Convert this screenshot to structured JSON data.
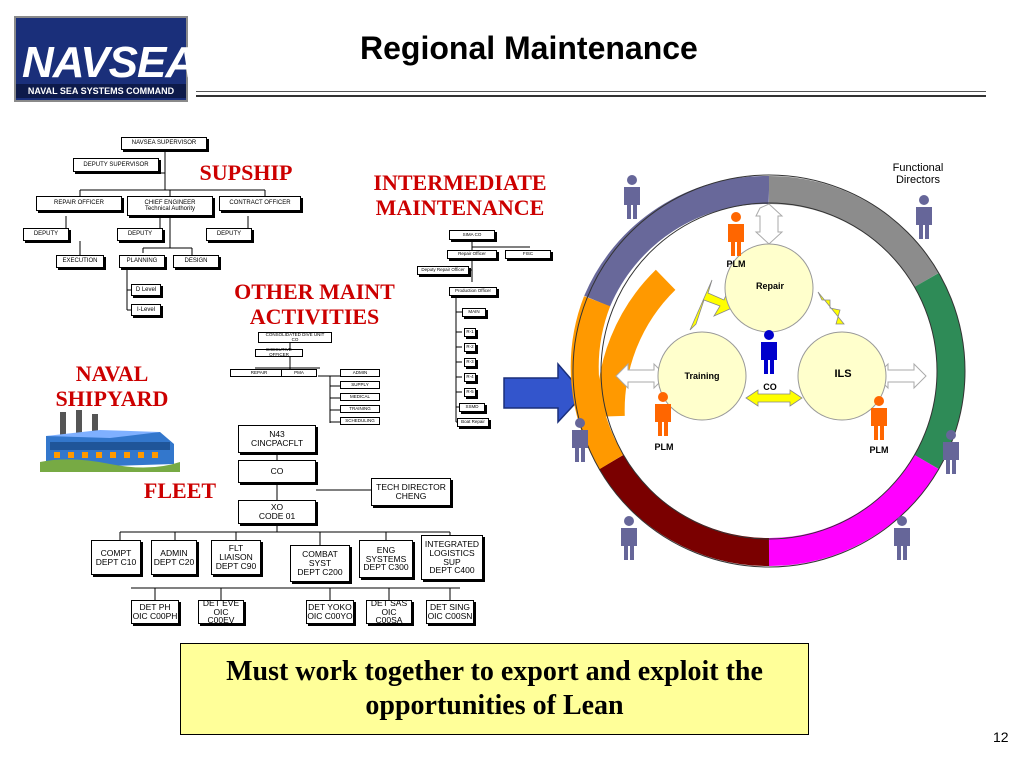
{
  "title": "Regional Maintenance",
  "logo": {
    "text": "NAVSEA",
    "subtitle": "NAVAL SEA SYSTEMS COMMAND"
  },
  "page_number": "12",
  "banner": "Must work together to export and exploit the opportunities of Lean",
  "section_labels": {
    "supship": "SUPSHIP",
    "intermediate": "INTERMEDIATE\nMAINTENANCE",
    "other": "OTHER MAINT\nACTIVITIES",
    "shipyard": "NAVAL\nSHIPYARD",
    "fleet": "FLEET"
  },
  "supship_chart": {
    "top": "NAVSEA SUPERVISOR",
    "deputy_supervisor": "DEPUTY SUPERVISOR",
    "repair_officer": "REPAIR OFFICER",
    "chief_engineer": "CHIEF ENGINEER\nTechnical Authority",
    "contract_officer": "CONTRACT OFFICER",
    "deputy1": "DEPUTY",
    "deputy2": "DEPUTY",
    "deputy3": "DEPUTY",
    "execution": "EXECUTION",
    "planning": "PLANNING",
    "design": "DESIGN",
    "d_level": "D Level",
    "i_level": "I-Level"
  },
  "intermediate_chart": {
    "sima_co": "SIMA CO",
    "repair_officer": "Repair Officer",
    "fisc": "FISC",
    "deputy_repair": "Deputy Repair Officer",
    "production": "Production Officer",
    "main": "MAIN",
    "r1": "R-1",
    "r2": "R-2",
    "r3": "R-3",
    "r4": "R-4",
    "r5": "R-5",
    "ssmd": "SSMD",
    "boat_repair": "Boat Repair"
  },
  "other_chart": {
    "top": "CONSOLIDATED DIVE UNIT\nCO",
    "exec": "EXECUTIVE OFFICER",
    "repair": "REPAIR",
    "pma": "PMA",
    "admin": "ADMIN",
    "supply": "SUPPLY",
    "medical": "MEDICAL",
    "training": "TRAINING",
    "scheduling": "SCHEDULING"
  },
  "fleet_chart": {
    "n43": "N43\nCINCPACFLT",
    "co": "CO",
    "xo": "XO\nCODE 01",
    "tech_director": "TECH DIRECTOR\nCHENG",
    "depts": [
      "COMPT\nDEPT C10",
      "ADMIN\nDEPT C20",
      "FLT LIAISON\nDEPT C90",
      "COMBAT SYST\nDEPT C200",
      "ENG SYSTEMS\nDEPT C300",
      "INTEGRATED\nLOGISTICS SUP\nDEPT C400"
    ],
    "dets": [
      "DET PH\nOIC C00PH",
      "DET EVE\nOIC C00EV",
      "DET YOKO\nOIC C00YO",
      "DET SAS\nOIC C00SA",
      "DET SING\nOIC C00SN"
    ]
  },
  "cycle_diagram": {
    "functional_directors": "Functional\nDirectors",
    "repair": "Repair",
    "training": "Training",
    "ils": "ILS",
    "co": "CO",
    "plm_top": "PLM",
    "plm_left": "PLM",
    "plm_right": "PLM",
    "ring_colors": [
      "#68689a",
      "#8c8c8c",
      "#2e8b57",
      "#ff00ff",
      "#7a0000",
      "#ff9900"
    ],
    "person_color_gray": "#666699",
    "person_color_orange": "#ff6600",
    "person_color_blue": "#0000cc",
    "node_color": "#ffffcc",
    "arrow_color": "#ffff00"
  }
}
